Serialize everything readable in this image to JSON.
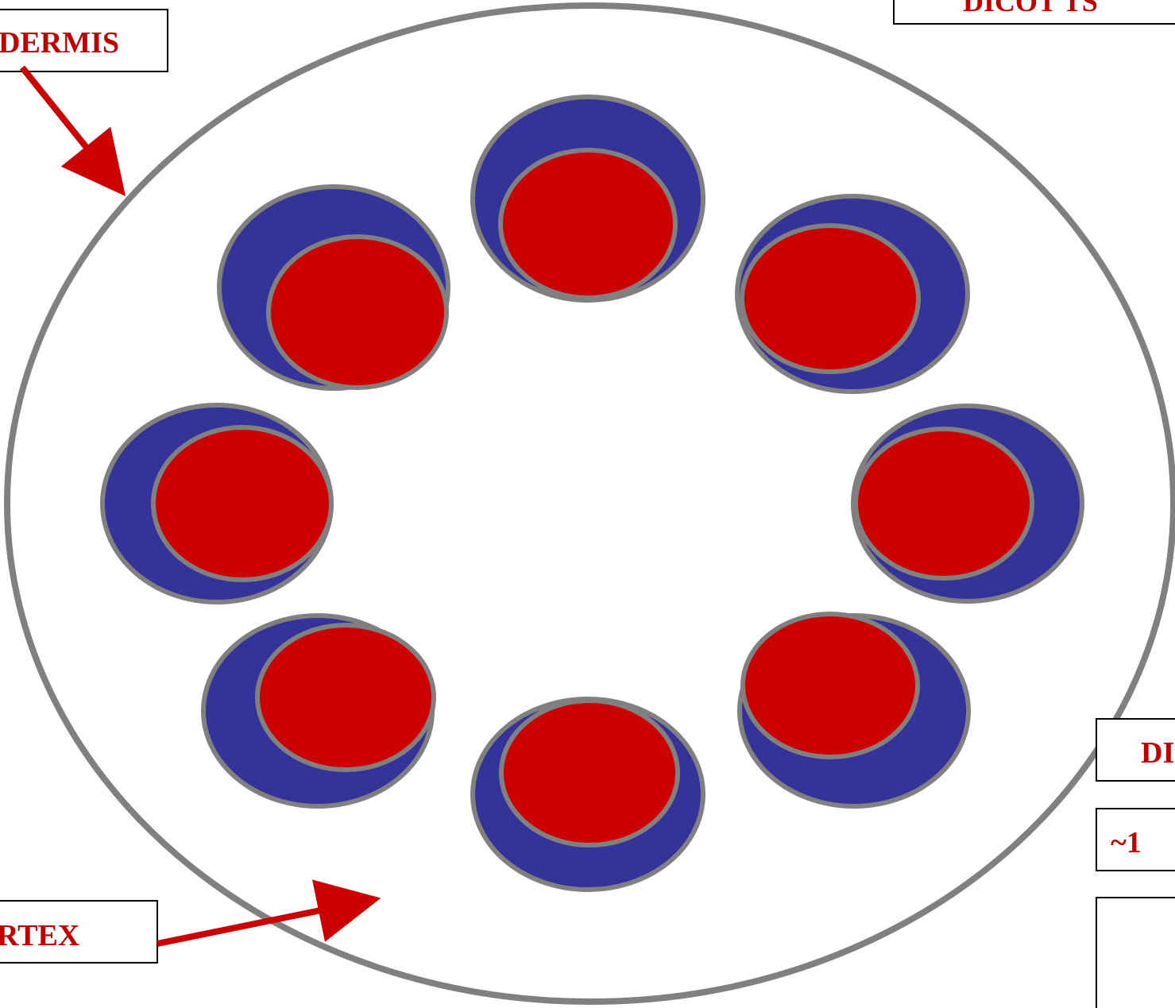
{
  "labels": {
    "epidermis": "DERMIS",
    "cortex": "RTEX",
    "title_partial": "DICOT  TS",
    "right_box_1": "DI",
    "right_box_2": "~1",
    "right_box_3": ""
  },
  "vascular_bundles": [
    {
      "position": "top"
    },
    {
      "position": "top-right"
    },
    {
      "position": "right"
    },
    {
      "position": "bottom-right"
    },
    {
      "position": "bottom"
    },
    {
      "position": "bottom-left"
    },
    {
      "position": "left"
    },
    {
      "position": "top-left"
    }
  ],
  "colors": {
    "stem_outline": "#808080",
    "phloem": "#333399",
    "xylem": "#cc0000",
    "label_text": "#c00000",
    "arrow": "#cc0000"
  }
}
